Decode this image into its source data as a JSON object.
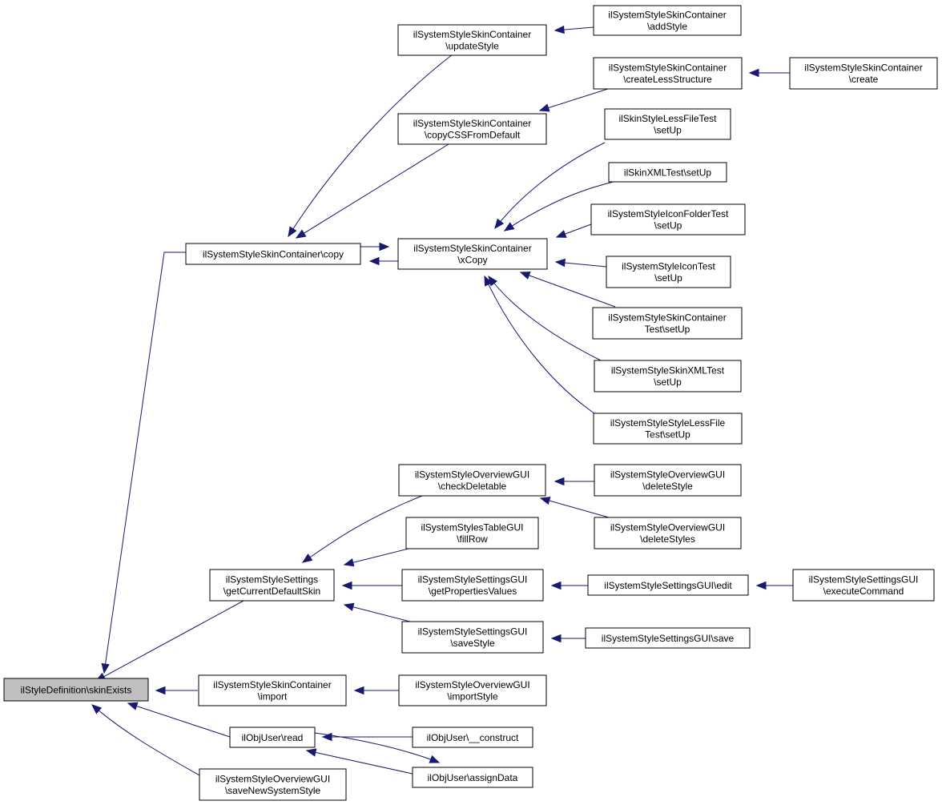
{
  "graph": {
    "node_fill": "#ffffff",
    "root_fill": "#bfbfbf",
    "edge_color": "#191970",
    "nodes": [
      {
        "id": "root",
        "lines": [
          "ilStyleDefinition\\skinExists"
        ],
        "root": true
      },
      {
        "id": "copy",
        "lines": [
          "ilSystemStyleSkinContainer\\copy"
        ]
      },
      {
        "id": "updateStyle",
        "lines": [
          "ilSystemStyleSkinContainer",
          "\\updateStyle"
        ]
      },
      {
        "id": "addStyle",
        "lines": [
          "ilSystemStyleSkinContainer",
          "\\addStyle"
        ]
      },
      {
        "id": "createLess",
        "lines": [
          "ilSystemStyleSkinContainer",
          "\\createLessStructure"
        ]
      },
      {
        "id": "create",
        "lines": [
          "ilSystemStyleSkinContainer",
          "\\create"
        ]
      },
      {
        "id": "copyCSS",
        "lines": [
          "ilSystemStyleSkinContainer",
          "\\copyCSSFromDefault"
        ]
      },
      {
        "id": "xCopy",
        "lines": [
          "ilSystemStyleSkinContainer",
          "\\xCopy"
        ]
      },
      {
        "id": "lessFileTest",
        "lines": [
          "ilSkinStyleLessFileTest",
          "\\setUp"
        ]
      },
      {
        "id": "skinXMLTest",
        "lines": [
          "ilSkinXMLTest\\setUp"
        ]
      },
      {
        "id": "iconFolderTest",
        "lines": [
          "ilSystemStyleIconFolderTest",
          "\\setUp"
        ]
      },
      {
        "id": "iconTest",
        "lines": [
          "ilSystemStyleIconTest",
          "\\setUp"
        ]
      },
      {
        "id": "skinContainerTest",
        "lines": [
          "ilSystemStyleSkinContainer",
          "Test\\setUp"
        ]
      },
      {
        "id": "sysSkinXMLTest",
        "lines": [
          "ilSystemStyleSkinXMLTest",
          "\\setUp"
        ]
      },
      {
        "id": "styleLessFileTest",
        "lines": [
          "ilSystemStyleStyleLessFile",
          "Test\\setUp"
        ]
      },
      {
        "id": "checkDeletable",
        "lines": [
          "ilSystemStyleOverviewGUI",
          "\\checkDeletable"
        ]
      },
      {
        "id": "deleteStyle",
        "lines": [
          "ilSystemStyleOverviewGUI",
          "\\deleteStyle"
        ]
      },
      {
        "id": "deleteStyles",
        "lines": [
          "ilSystemStyleOverviewGUI",
          "\\deleteStyles"
        ]
      },
      {
        "id": "fillRow",
        "lines": [
          "ilSystemStylesTableGUI",
          "\\fillRow"
        ]
      },
      {
        "id": "getCurrentDefault",
        "lines": [
          "ilSystemStyleSettings",
          "\\getCurrentDefaultSkin"
        ]
      },
      {
        "id": "getProps",
        "lines": [
          "ilSystemStyleSettingsGUI",
          "\\getPropertiesValues"
        ]
      },
      {
        "id": "edit",
        "lines": [
          "ilSystemStyleSettingsGUI\\edit"
        ]
      },
      {
        "id": "executeCommand",
        "lines": [
          "ilSystemStyleSettingsGUI",
          "\\executeCommand"
        ]
      },
      {
        "id": "saveStyle",
        "lines": [
          "ilSystemStyleSettingsGUI",
          "\\saveStyle"
        ]
      },
      {
        "id": "save",
        "lines": [
          "ilSystemStyleSettingsGUI\\save"
        ]
      },
      {
        "id": "import",
        "lines": [
          "ilSystemStyleSkinContainer",
          "\\import"
        ]
      },
      {
        "id": "importStyle",
        "lines": [
          "ilSystemStyleOverviewGUI",
          "\\importStyle"
        ]
      },
      {
        "id": "read",
        "lines": [
          "ilObjUser\\read"
        ]
      },
      {
        "id": "construct",
        "lines": [
          "ilObjUser\\__construct"
        ]
      },
      {
        "id": "assignData",
        "lines": [
          "ilObjUser\\assignData"
        ]
      },
      {
        "id": "saveNewSystemStyle",
        "lines": [
          "ilSystemStyleOverviewGUI",
          "\\saveNewSystemStyle"
        ]
      }
    ],
    "edges": [
      {
        "from": "copy",
        "to": "root"
      },
      {
        "from": "getCurrentDefault",
        "to": "root"
      },
      {
        "from": "import",
        "to": "root"
      },
      {
        "from": "read",
        "to": "root"
      },
      {
        "from": "saveNewSystemStyle",
        "to": "root"
      },
      {
        "from": "updateStyle",
        "to": "copy"
      },
      {
        "from": "copyCSS",
        "to": "copy"
      },
      {
        "from": "xCopy",
        "to": "copy"
      },
      {
        "from": "copy",
        "to": "xCopy"
      },
      {
        "from": "addStyle",
        "to": "updateStyle"
      },
      {
        "from": "createLess",
        "to": "copyCSS"
      },
      {
        "from": "create",
        "to": "createLess"
      },
      {
        "from": "lessFileTest",
        "to": "xCopy"
      },
      {
        "from": "skinXMLTest",
        "to": "xCopy"
      },
      {
        "from": "iconFolderTest",
        "to": "xCopy"
      },
      {
        "from": "iconTest",
        "to": "xCopy"
      },
      {
        "from": "skinContainerTest",
        "to": "xCopy"
      },
      {
        "from": "sysSkinXMLTest",
        "to": "xCopy"
      },
      {
        "from": "styleLessFileTest",
        "to": "xCopy"
      },
      {
        "from": "checkDeletable",
        "to": "getCurrentDefault"
      },
      {
        "from": "fillRow",
        "to": "getCurrentDefault"
      },
      {
        "from": "getProps",
        "to": "getCurrentDefault"
      },
      {
        "from": "saveStyle",
        "to": "getCurrentDefault"
      },
      {
        "from": "deleteStyle",
        "to": "checkDeletable"
      },
      {
        "from": "deleteStyles",
        "to": "checkDeletable"
      },
      {
        "from": "edit",
        "to": "getProps"
      },
      {
        "from": "executeCommand",
        "to": "edit"
      },
      {
        "from": "save",
        "to": "saveStyle"
      },
      {
        "from": "importStyle",
        "to": "import"
      },
      {
        "from": "construct",
        "to": "read"
      },
      {
        "from": "assignData",
        "to": "read"
      },
      {
        "from": "read",
        "to": "assignData"
      }
    ]
  }
}
